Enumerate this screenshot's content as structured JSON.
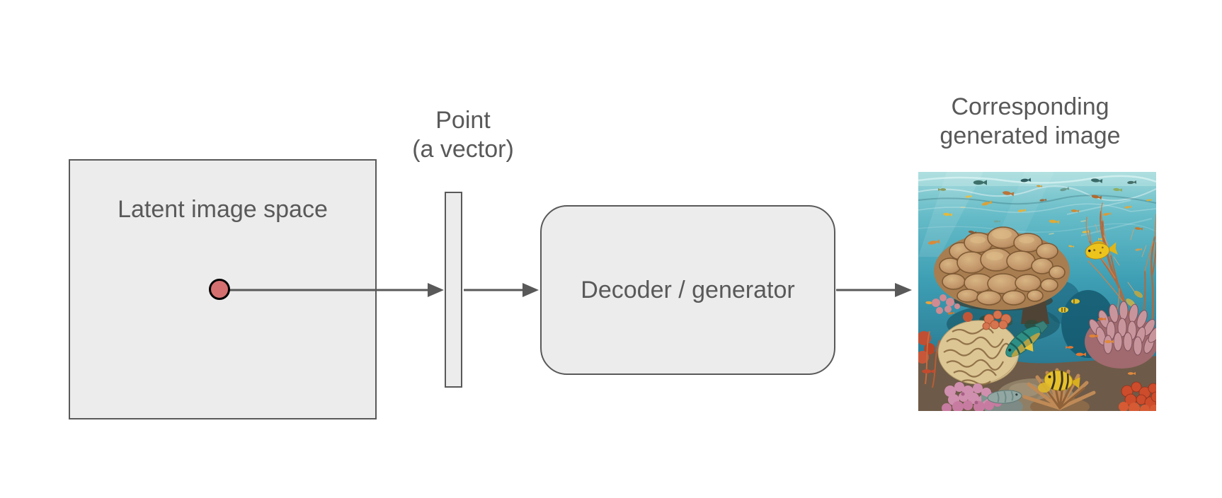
{
  "diagram": {
    "latent_space_box": {
      "label": "Latent image space"
    },
    "vector_label": {
      "line1": "Point",
      "line2": "(a vector)"
    },
    "decoder_box": {
      "label": "Decoder / generator"
    },
    "output_label": {
      "line1": "Corresponding",
      "line2": "generated image"
    },
    "colors": {
      "box_fill": "#ececec",
      "box_border": "#595959",
      "label_text": "#595959",
      "arrow_color": "#595959",
      "dot_fill": "#d57070",
      "dot_border": "#000000"
    }
  }
}
